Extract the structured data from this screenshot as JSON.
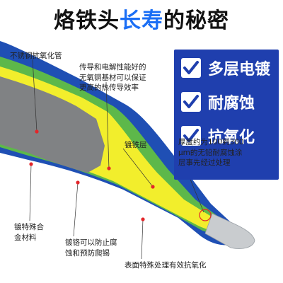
{
  "title": {
    "part1": "烙铁头",
    "part2": "长寿",
    "part3": "的秘密"
  },
  "features": [
    {
      "label": "多层电镀",
      "icon": "checkmark-icon"
    },
    {
      "label": "耐腐蚀",
      "icon": "checkmark-icon"
    },
    {
      "label": "抗氧化",
      "icon": "checkmark-icon"
    }
  ],
  "annotations": {
    "stainless_tube": "不锈钢抗氧化管",
    "copper_core": "传导和电解性能好的\n无氧铜基材可以保证\n更高的热传导效率",
    "iron_layer": "镀铁层",
    "thickness": "厚度约为100到300\nμm的无铅耐腐蚀涂\n层事先经过处理",
    "special_alloy": "镀特殊合\n金材料",
    "chrome_layer": "镀铬可以防止腐\n蚀和预防爬锡",
    "surface_treatment": "表面特殊处理有效抗氧化"
  },
  "colors": {
    "accent": "#1a6ef5",
    "panel": "#1f3fae",
    "outer_blue": "#1f4fb4",
    "green_layer": "#5db84a",
    "yellow_layer": "#f2ee2c",
    "core_gray": "#808284",
    "tip_silver": "#c9cccf",
    "marker": "#e3262a"
  }
}
